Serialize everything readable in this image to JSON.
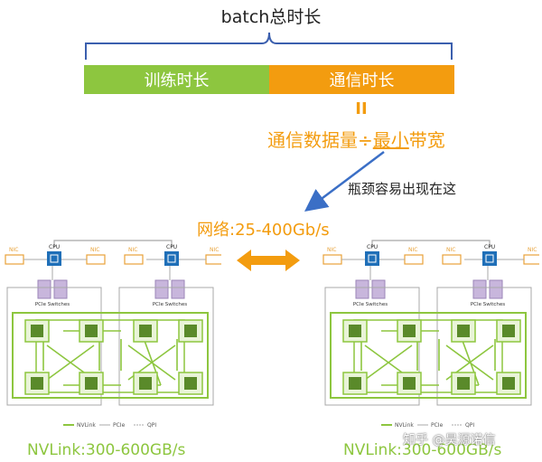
{
  "header": {
    "title": "batch总时长"
  },
  "bars": {
    "train_label": "训练时长",
    "comm_label": "通信时长",
    "green": "#8dc63f",
    "orange": "#f39c0f"
  },
  "formula": {
    "equals": "II",
    "part1": "通信数据量÷",
    "part2": "最小",
    "part3": "带宽"
  },
  "bottleneck": {
    "text": "瓶颈容易出现在这"
  },
  "network": {
    "label": "网络:25-400Gb/s"
  },
  "node": {
    "nic": "NIC",
    "cpu": "CPU",
    "pcie_switches": "PCIe Switches",
    "legend": {
      "nvlink": "NVLink",
      "pcie": "PCIe",
      "qpi": "QPI"
    }
  },
  "nvlink_left": "NVLink:300-600GB/s",
  "nvlink_right": "NVLink:300-600GB/s",
  "watermark": "知乎 @昊源诺信"
}
